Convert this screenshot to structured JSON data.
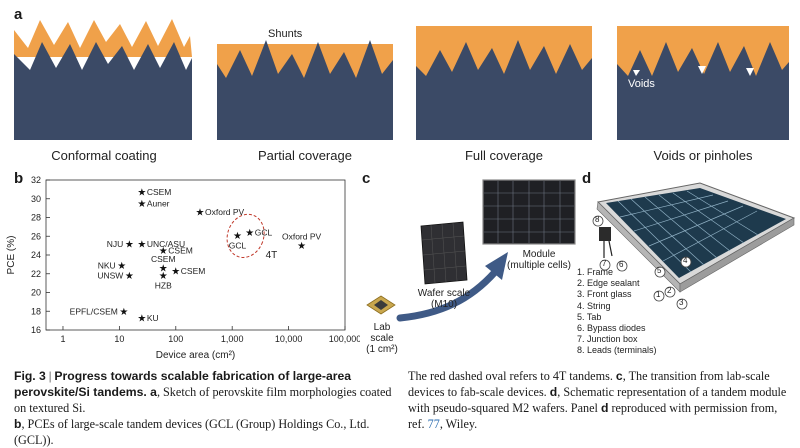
{
  "panel_labels": {
    "a": "a",
    "b": "b",
    "c": "c",
    "d": "d"
  },
  "panel_a": {
    "captions": [
      "Conformal coating",
      "Partial coverage",
      "Full coverage",
      "Voids or pinholes"
    ],
    "annotation_shunts": "Shunts",
    "annotation_voids": "Voids",
    "colors": {
      "substrate": "#3b4a66",
      "perovskite": "#f0a14a",
      "void": "#ffffff"
    }
  },
  "chart_data": {
    "type": "scatter",
    "xlabel": "Device area (cm²)",
    "ylabel": "PCE (%)",
    "xscale": "log",
    "xlim": [
      0.5,
      100000
    ],
    "ylim": [
      16,
      32
    ],
    "xticks": [
      "1",
      "10",
      "100",
      "1,000",
      "10,000",
      "100,000"
    ],
    "yticks": [
      "16",
      "18",
      "20",
      "22",
      "24",
      "26",
      "28",
      "30",
      "32"
    ],
    "marker": "star",
    "points": [
      {
        "label": "CSEM",
        "x": 25,
        "y": 30.7,
        "side": "right"
      },
      {
        "label": "Auner",
        "x": 25,
        "y": 29.5,
        "side": "right"
      },
      {
        "label": "Oxford PV",
        "x": 269,
        "y": 28.6,
        "side": "right"
      },
      {
        "label": "GCL",
        "x": 2048,
        "y": 26.4,
        "side": "right"
      },
      {
        "label": "GCL",
        "x": 1240,
        "y": 26.1,
        "side": "below"
      },
      {
        "label": "Oxford PV",
        "x": 17000,
        "y": 25.0,
        "side": "above"
      },
      {
        "label": "NJU",
        "x": 15,
        "y": 25.2,
        "side": "left"
      },
      {
        "label": "UNC/ASU",
        "x": 25,
        "y": 25.2,
        "side": "right"
      },
      {
        "label": "CSEM",
        "x": 60,
        "y": 24.5,
        "side": "right"
      },
      {
        "label": "CSEM",
        "x": 60,
        "y": 22.6,
        "side": "above"
      },
      {
        "label": "CSEM",
        "x": 100,
        "y": 22.3,
        "side": "right"
      },
      {
        "label": "NKU",
        "x": 11,
        "y": 22.9,
        "side": "left"
      },
      {
        "label": "UNSW",
        "x": 15,
        "y": 21.8,
        "side": "left"
      },
      {
        "label": "HZB",
        "x": 60,
        "y": 21.8,
        "side": "below"
      },
      {
        "label": "EPFL/CSEM",
        "x": 12,
        "y": 18.0,
        "side": "left"
      },
      {
        "label": "KU",
        "x": 25,
        "y": 17.3,
        "side": "right"
      }
    ],
    "annotation": "4T",
    "oval_color": "#c0392b"
  },
  "panel_c": {
    "lab_label": [
      "Lab scale",
      "(1 cm²)"
    ],
    "wafer_label": [
      "Wafer scale",
      "(M10)"
    ],
    "module_label": [
      "Module",
      "(multiple cells)"
    ],
    "arrow_color": "#3f5a86"
  },
  "panel_d": {
    "legend": [
      "1. Frame",
      "2. Edge sealant",
      "3. Front glass",
      "4. String",
      "5. Tab",
      "6. Bypass diodes",
      "7. Junction box",
      "8. Leads (terminals)"
    ],
    "callouts": [
      "1",
      "2",
      "3",
      "4",
      "5",
      "6",
      "7",
      "8"
    ]
  },
  "caption": {
    "fig": "Fig. 3",
    "sep": " | ",
    "title": "Progress towards scalable fabrication of large-area perovskite/Si tandems.",
    "a_key": " a",
    "a_text": ", Sketch of perovskite film morphologies coated on textured Si.",
    "b_key": "b",
    "b_text": ", PCEs of large-scale tandem devices (GCL (Group) Holdings Co., Ltd. (GCL)).",
    "right_1": "The red dashed oval refers to 4T tandems. ",
    "c_key": "c",
    "right_2": ", The transition from lab-scale devices to fab-scale devices. ",
    "d_key": "d",
    "right_3": ", Schematic representation of a tandem module with pseudo-squared M2 wafers. Panel ",
    "d_key2": "d",
    "right_4": " reproduced with permission from, ref. ",
    "ref": "77",
    "right_5": ", Wiley."
  }
}
